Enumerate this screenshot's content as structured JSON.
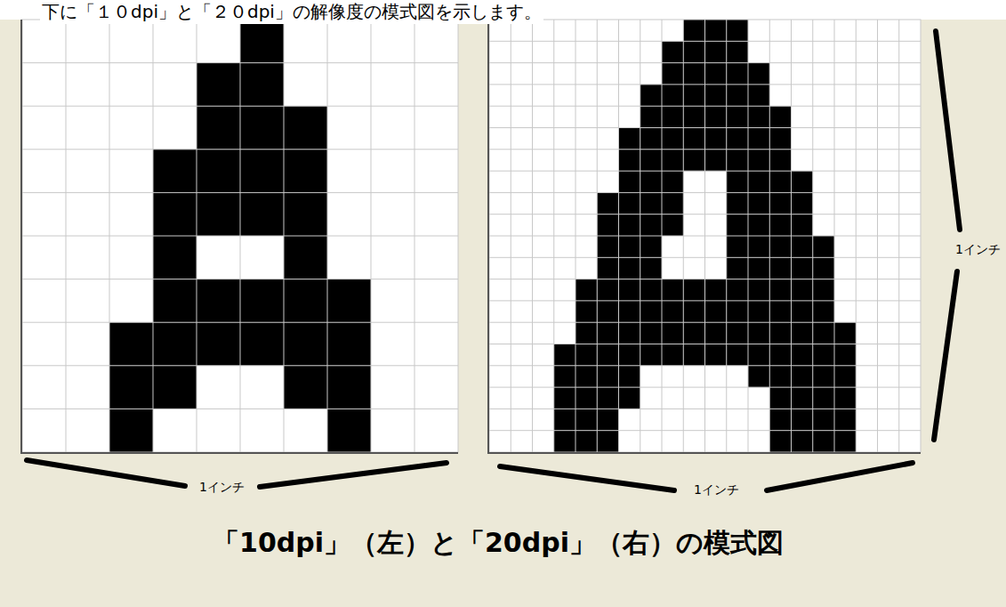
{
  "diagram": {
    "caption": "「10dpi」（左）と「20dpi」（右）の模式図",
    "labels": [
      "下に「１０dpi」と「２０dpi」の解像度の模式図を示します。",
      "1インチ",
      "1インチ",
      "1インチ"
    ]
  }
}
